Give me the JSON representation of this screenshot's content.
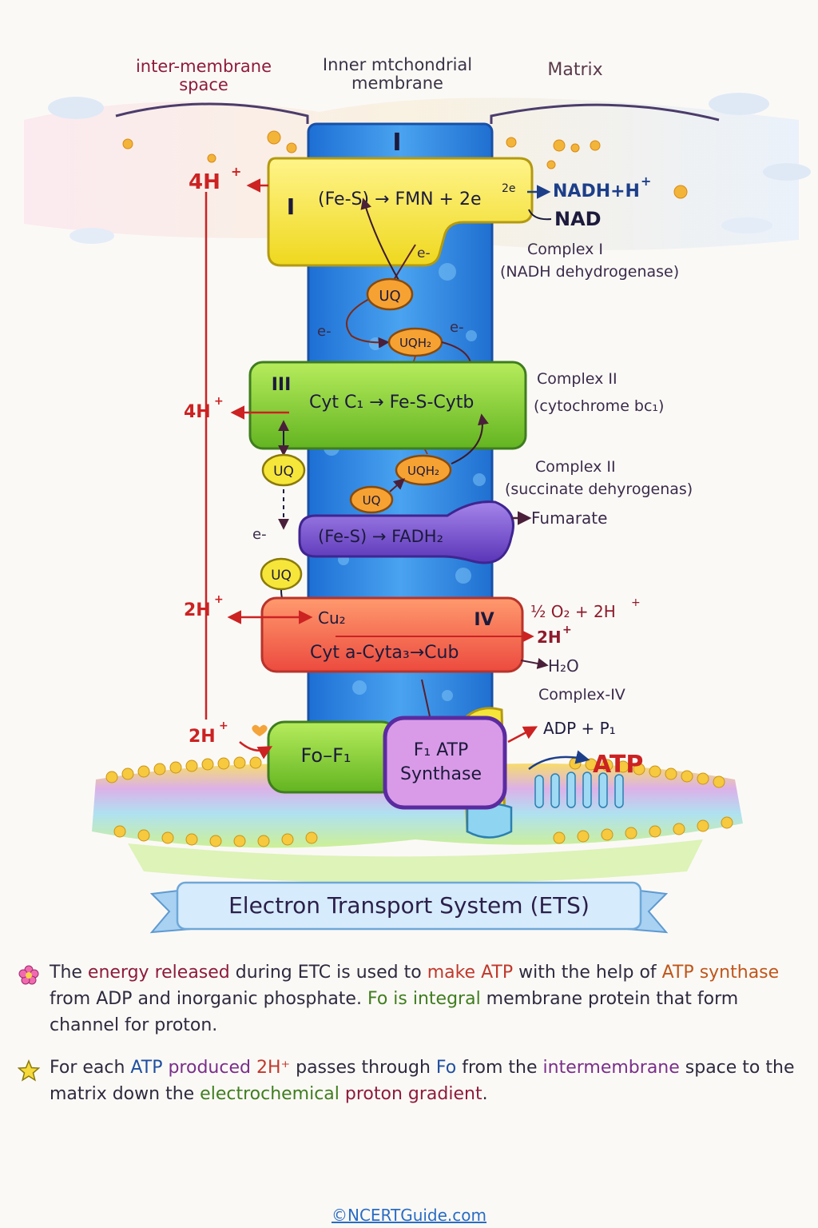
{
  "header": {
    "intermembrane_space": "inter-membrane space",
    "inner_membrane": "Inner mtchondrial membrane",
    "matrix": "Matrix"
  },
  "complexes": {
    "top_numeral": "I",
    "complex1": {
      "numeral": "I",
      "reaction": "(Fe-S) → FMN + 2e",
      "superscript": "2e",
      "name": "Complex I",
      "subtitle": "(NADH dehydrogenase)",
      "proton_out": "4H",
      "proton_sup": "+"
    },
    "complex3": {
      "numeral": "III",
      "reaction": "Cyt C₁ → Fe-S-Cytb",
      "name": "Complex II",
      "subtitle": "(cytochrome bc₁)",
      "proton_out": "4H",
      "proton_sup": "+"
    },
    "complex2": {
      "reaction": "(Fe-S) → FADH₂",
      "name": "Complex II",
      "subtitle": "(succinate dehyrogenas)",
      "product": "Fumarate"
    },
    "complex4": {
      "numeral": "IV",
      "line1": "Cu₂",
      "line2": "Cyt a-Cyta₃→Cub",
      "name": "Complex-IV",
      "input": "½ O₂ + 2H",
      "input_sup": "+",
      "out_2h": "2H",
      "out_2h_sup": "+",
      "water": "H₂O",
      "proton_out": "2H",
      "proton_sup": "+"
    },
    "atp_synthase": {
      "fo": "Fo–F₁",
      "f1_line1": "F₁ ATP",
      "f1_line2": "Synthase",
      "proton_in": "2H",
      "proton_sup": "+",
      "substrate": "ADP + P₁",
      "product": "ATP"
    }
  },
  "carriers": {
    "nadh": "NADH+H",
    "nadh_sup": "+",
    "nad": "NAD",
    "uq": "UQ",
    "uqh2": "UQH₂",
    "electron": "e-"
  },
  "title": "Electron Transport System (ETS)",
  "notes": [
    {
      "icon": "flower-icon",
      "segments": [
        {
          "t": "The ",
          "c": ""
        },
        {
          "t": "energy released",
          "c": "c-dred"
        },
        {
          "t": " during ETC is used to ",
          "c": ""
        },
        {
          "t": "make ATP",
          "c": "c-red"
        },
        {
          "t": " with the help of ",
          "c": ""
        },
        {
          "t": "ATP synthase",
          "c": "c-orange"
        },
        {
          "t": " from ADP and inorganic phosphate. ",
          "c": ""
        },
        {
          "t": "Fo is integral",
          "c": "c-green"
        },
        {
          "t": " membrane protein that form channel for proton.",
          "c": ""
        }
      ]
    },
    {
      "icon": "star-icon",
      "segments": [
        {
          "t": "For each ",
          "c": ""
        },
        {
          "t": "ATP",
          "c": "c-blue"
        },
        {
          "t": " produced ",
          "c": "c-purple"
        },
        {
          "t": "2H⁺",
          "c": "c-red"
        },
        {
          "t": " passes through ",
          "c": ""
        },
        {
          "t": "Fo",
          "c": "c-blue"
        },
        {
          "t": " from the ",
          "c": ""
        },
        {
          "t": "intermembrane",
          "c": "c-purple"
        },
        {
          "t": " space to the matrix down the ",
          "c": ""
        },
        {
          "t": "electrochemical",
          "c": "c-green"
        },
        {
          "t": " ",
          "c": ""
        },
        {
          "t": "proton gradient",
          "c": "c-dred"
        },
        {
          "t": ".",
          "c": ""
        }
      ]
    }
  ],
  "footer": "©NCERTGuide.com",
  "colors": {
    "complex1": "#f5e93a",
    "complex3": "#8fd63a",
    "complex2": "#7a52cc",
    "complex4": "#f46a4e",
    "column": "#2f86df",
    "proton": "#cc2222"
  }
}
